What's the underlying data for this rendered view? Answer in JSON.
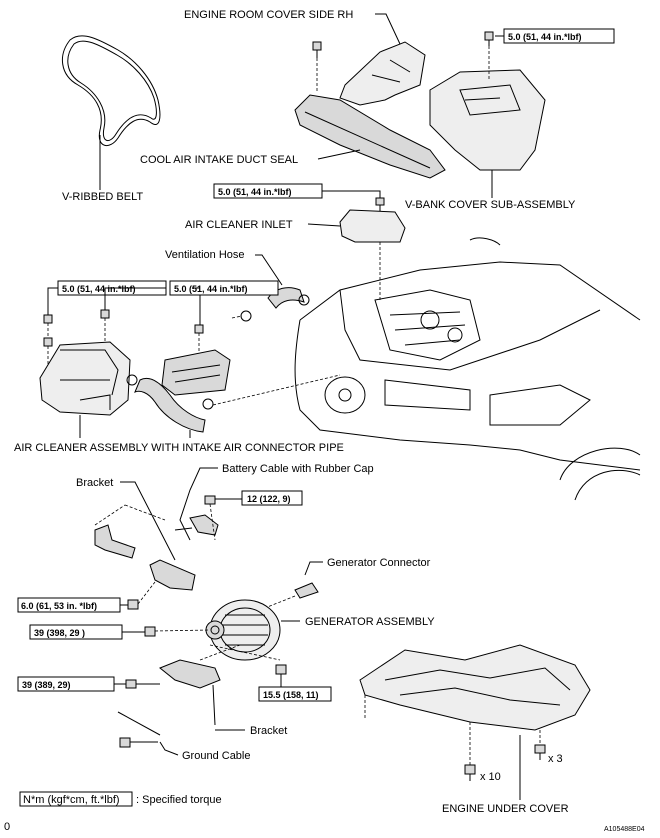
{
  "labels": {
    "engine_room_cover": "ENGINE ROOM COVER SIDE RH",
    "v_ribbed_belt": "V-RIBBED BELT",
    "cool_air_seal": "COOL AIR INTAKE DUCT SEAL",
    "v_bank_cover": "V-BANK COVER SUB-ASSEMBLY",
    "air_cleaner_inlet": "AIR CLEANER INLET",
    "ventilation_hose": "Ventilation Hose",
    "air_cleaner_assembly": "AIR CLEANER ASSEMBLY WITH INTAKE AIR CONNECTOR PIPE",
    "battery_cable": "Battery Cable with Rubber Cap",
    "bracket_top": "Bracket",
    "generator_connector": "Generator Connector",
    "generator_assembly": "GENERATOR ASSEMBLY",
    "bracket_bottom": "Bracket",
    "ground_cable": "Ground Cable",
    "engine_under_cover": "ENGINE UNDER COVER",
    "qty_x3": "x 3",
    "qty_x10": "x 10"
  },
  "torques": {
    "vbank": "5.0 (51, 44 in.*lbf)",
    "inlet": "5.0 (51, 44 in.*lbf)",
    "aircleaner_left": "5.0 (51, 44 in.*lbf)",
    "aircleaner_right": "5.0 (51, 44 in.*lbf)",
    "battery": "12 (122, 9)",
    "bracket_bolt": "6.0 (61, 53 in. *lbf)",
    "gen_upper": "39 (398, 29 )",
    "gen_lower": "39 (389, 29)",
    "gen_nut": "15.5 (158, 11)"
  },
  "legend": {
    "unit": "N*m (kgf*cm, ft.*lbf)",
    "text": ": Specified torque"
  },
  "footer": {
    "left": "0",
    "code": "A105488E04"
  }
}
